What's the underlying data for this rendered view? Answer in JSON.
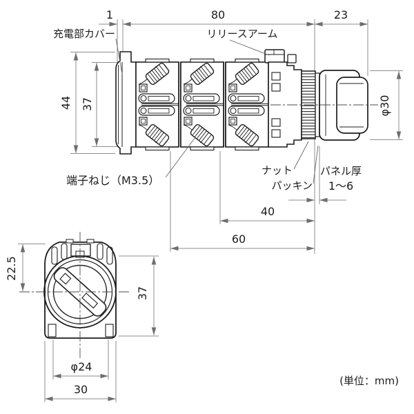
{
  "meta": {
    "unit_note": "(単位：mm)"
  },
  "side_view": {
    "labels": {
      "cover": "充電部カバー",
      "release_arm": "リリースアーム",
      "terminal_screw": "端子ねじ（M3.5）",
      "nut": "ナット",
      "packing": "パッキン",
      "panel_thickness_label": "パネル厚",
      "panel_thickness_value": "1～6"
    },
    "dims": {
      "cover_lip": "1",
      "body_length": "80",
      "head_length": "23",
      "overall_height": "44",
      "body_height": "37",
      "head_diameter": "φ30",
      "depth_40": "40",
      "depth_60": "60"
    }
  },
  "front_view": {
    "dims": {
      "top_to_center": "22.5",
      "height": "37",
      "knob_diameter": "φ24",
      "width": "30"
    }
  }
}
